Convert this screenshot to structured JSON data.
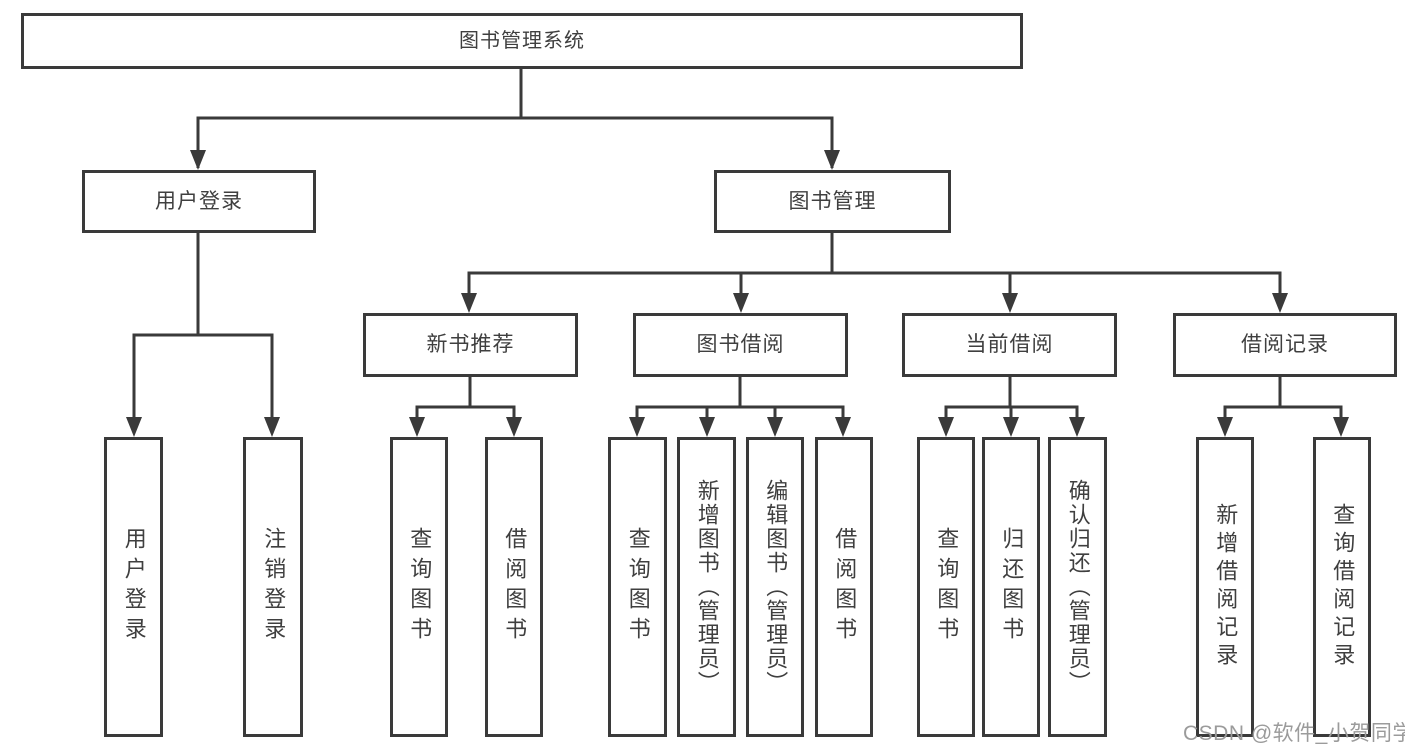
{
  "diagram": {
    "type": "hierarchy-tree",
    "root": {
      "label": "图书管理系统"
    },
    "level2": [
      {
        "label": "用户登录",
        "children": [
          {
            "label": "用户登录"
          },
          {
            "label": "注销登录"
          }
        ]
      },
      {
        "label": "图书管理",
        "children": [
          {
            "label": "新书推荐",
            "children": [
              {
                "label": "查询图书"
              },
              {
                "label": "借阅图书"
              }
            ]
          },
          {
            "label": "图书借阅",
            "children": [
              {
                "label": "查询图书"
              },
              {
                "label": "新增图书（管理员）"
              },
              {
                "label": "编辑图书（管理员）"
              },
              {
                "label": "借阅图书"
              }
            ]
          },
          {
            "label": "当前借阅",
            "children": [
              {
                "label": "查询图书"
              },
              {
                "label": "归还图书"
              },
              {
                "label": "确认归还（管理员）"
              }
            ]
          },
          {
            "label": "借阅记录",
            "children": [
              {
                "label": "新增借阅记录"
              },
              {
                "label": "查询借阅记录"
              }
            ]
          }
        ]
      }
    ],
    "watermark": "CSDN @软件_小贺同学",
    "colors": {
      "line": "#3a3a3a",
      "text": "#3f3f3f",
      "watermark": "#9b9b9b",
      "background": "#ffffff"
    }
  }
}
